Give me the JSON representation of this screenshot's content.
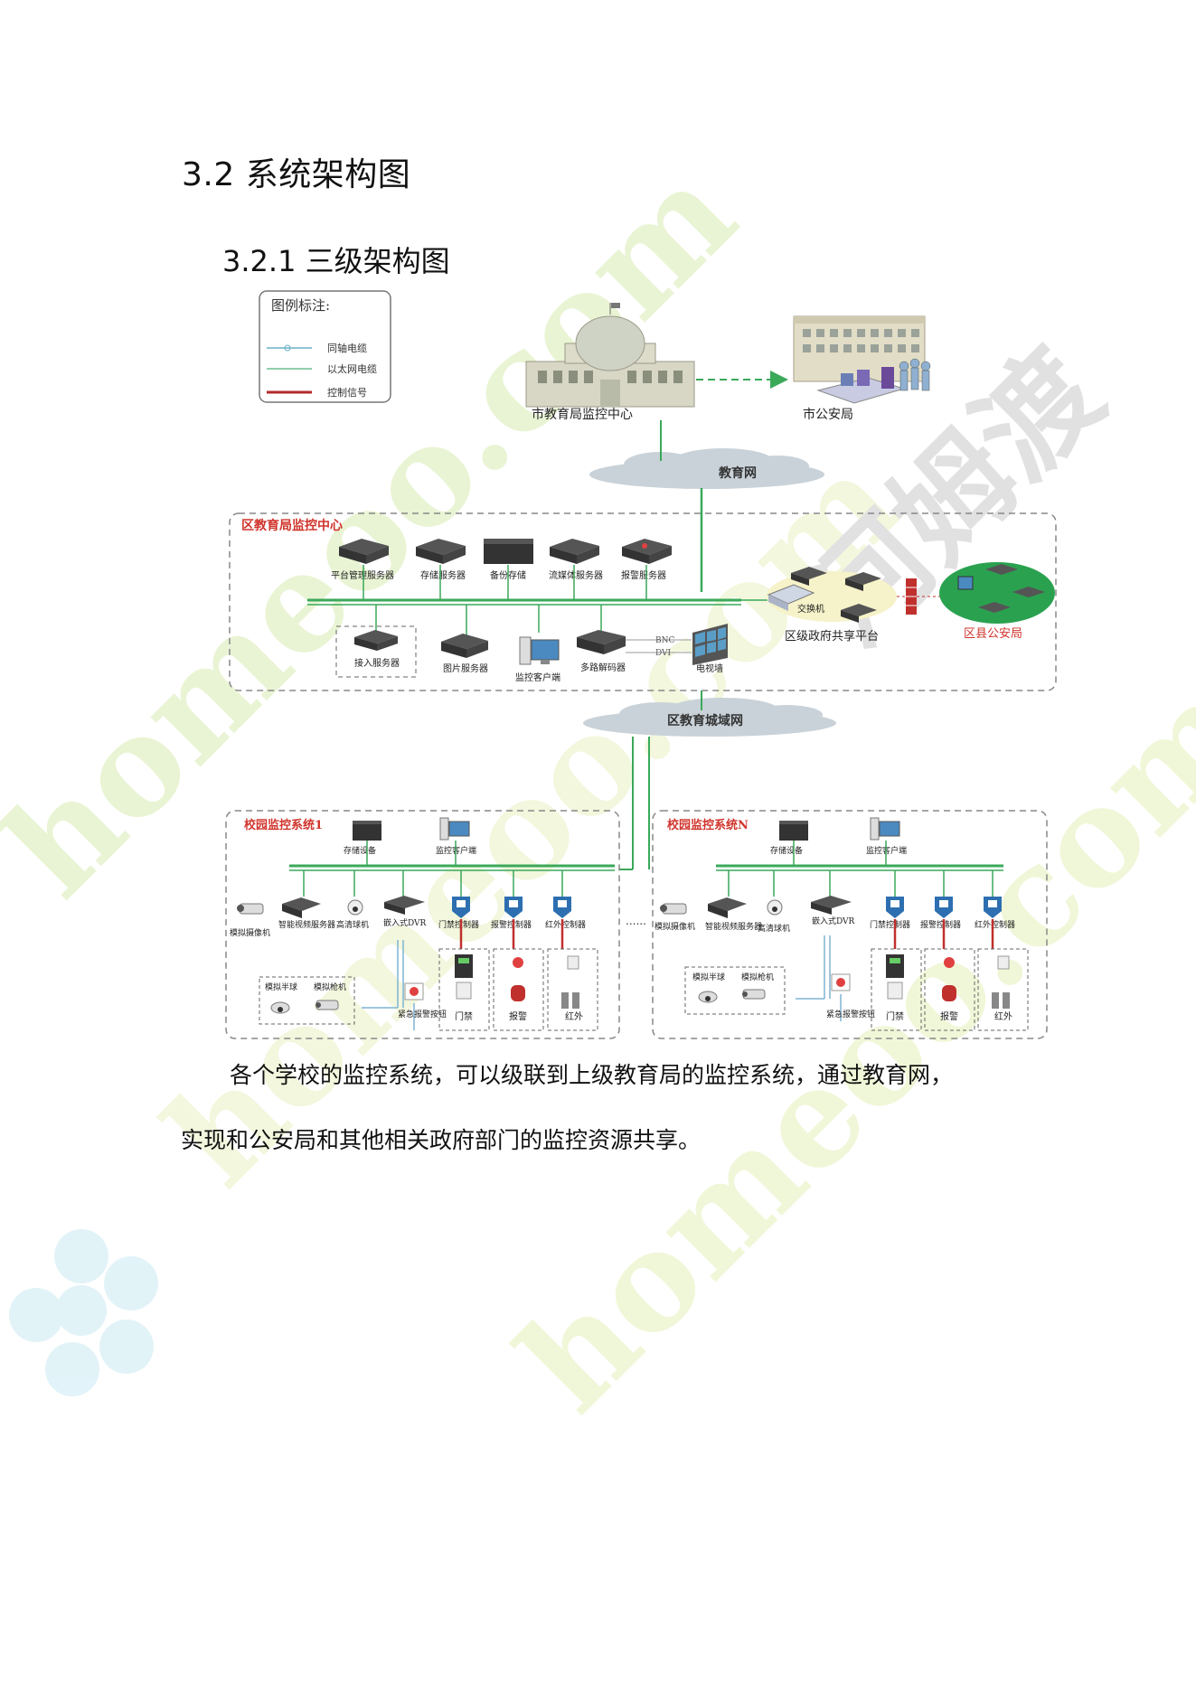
{
  "page": {
    "heading": "3.2  系统架构图",
    "subheading": "3.2.1  三级架构图",
    "paragraph_line1": "各个学校的监控系统，可以级联到上级教育局的监控系统，通过教育网，",
    "paragraph_line2": "实现和公安局和其他相关政府部门的监控资源共享。"
  },
  "watermark": {
    "text_1": "homeoo.com",
    "text_2": "河姆渡",
    "color_green": "#e4f2c8",
    "color_cyan": "#d8f0f6",
    "color_gray": "#d6d6d6"
  },
  "diagram": {
    "legend": {
      "title": "图例标注:",
      "items": [
        {
          "label": "同轴电缆",
          "color": "#6ab0c8"
        },
        {
          "label": "以太网电缆",
          "color": "#6cc092"
        },
        {
          "label": "控制信号",
          "color": "#b22a2a"
        }
      ]
    },
    "top": {
      "city_edu_center": "市教育局监控中心",
      "city_police": "市公安局",
      "edu_net": "教育网"
    },
    "district": {
      "title": "区教育局监控中心",
      "servers": [
        "平台管理服务器",
        "存储服务器",
        "备份存储",
        "流媒体服务器",
        "报警服务器"
      ],
      "lower": [
        "接入服务器",
        "图片服务器",
        "监控客户端",
        "多路解码器",
        "电视墙"
      ],
      "bnc": "BNC",
      "dvi": "DVI",
      "switch": "交换机",
      "gov_platform": "区级政府共享平台",
      "county_police": "区县公安局",
      "lan": "区教育城域网"
    },
    "campus_1": {
      "title": "校园监控系统1",
      "storage": "存储设备",
      "client": "监控客户端",
      "devices": [
        "模拟摄像机",
        "智能视频服务器",
        "高清球机",
        "嵌入式DVR",
        "门禁控制器",
        "报警控制器",
        "红外控制器"
      ],
      "analog_dome": "模拟半球",
      "analog_gun": "模拟枪机",
      "emergency": "紧急报警按钮",
      "door": "门禁",
      "alarm": "报警",
      "infrared": "红外"
    },
    "campus_n": {
      "title": "校园监控系统N",
      "storage": "存储设备",
      "client": "监控客户端",
      "devices": [
        "模拟摄像机",
        "智能视频服务器",
        "高清球机",
        "嵌入式DVR",
        "门禁控制器",
        "报警控制器",
        "红外控制器"
      ],
      "analog_dome": "模拟半球",
      "analog_gun": "模拟枪机",
      "emergency": "紧急报警按钮",
      "door": "门禁",
      "alarm": "报警",
      "infrared": "红外"
    },
    "ellipsis": "......",
    "colors": {
      "ethernet": "#3aa95a",
      "control": "#c0302d",
      "coax": "#7fb3d3",
      "dash_box": "#888888",
      "red_label": "#d0342c",
      "cloud": "#c9d2d8"
    }
  }
}
